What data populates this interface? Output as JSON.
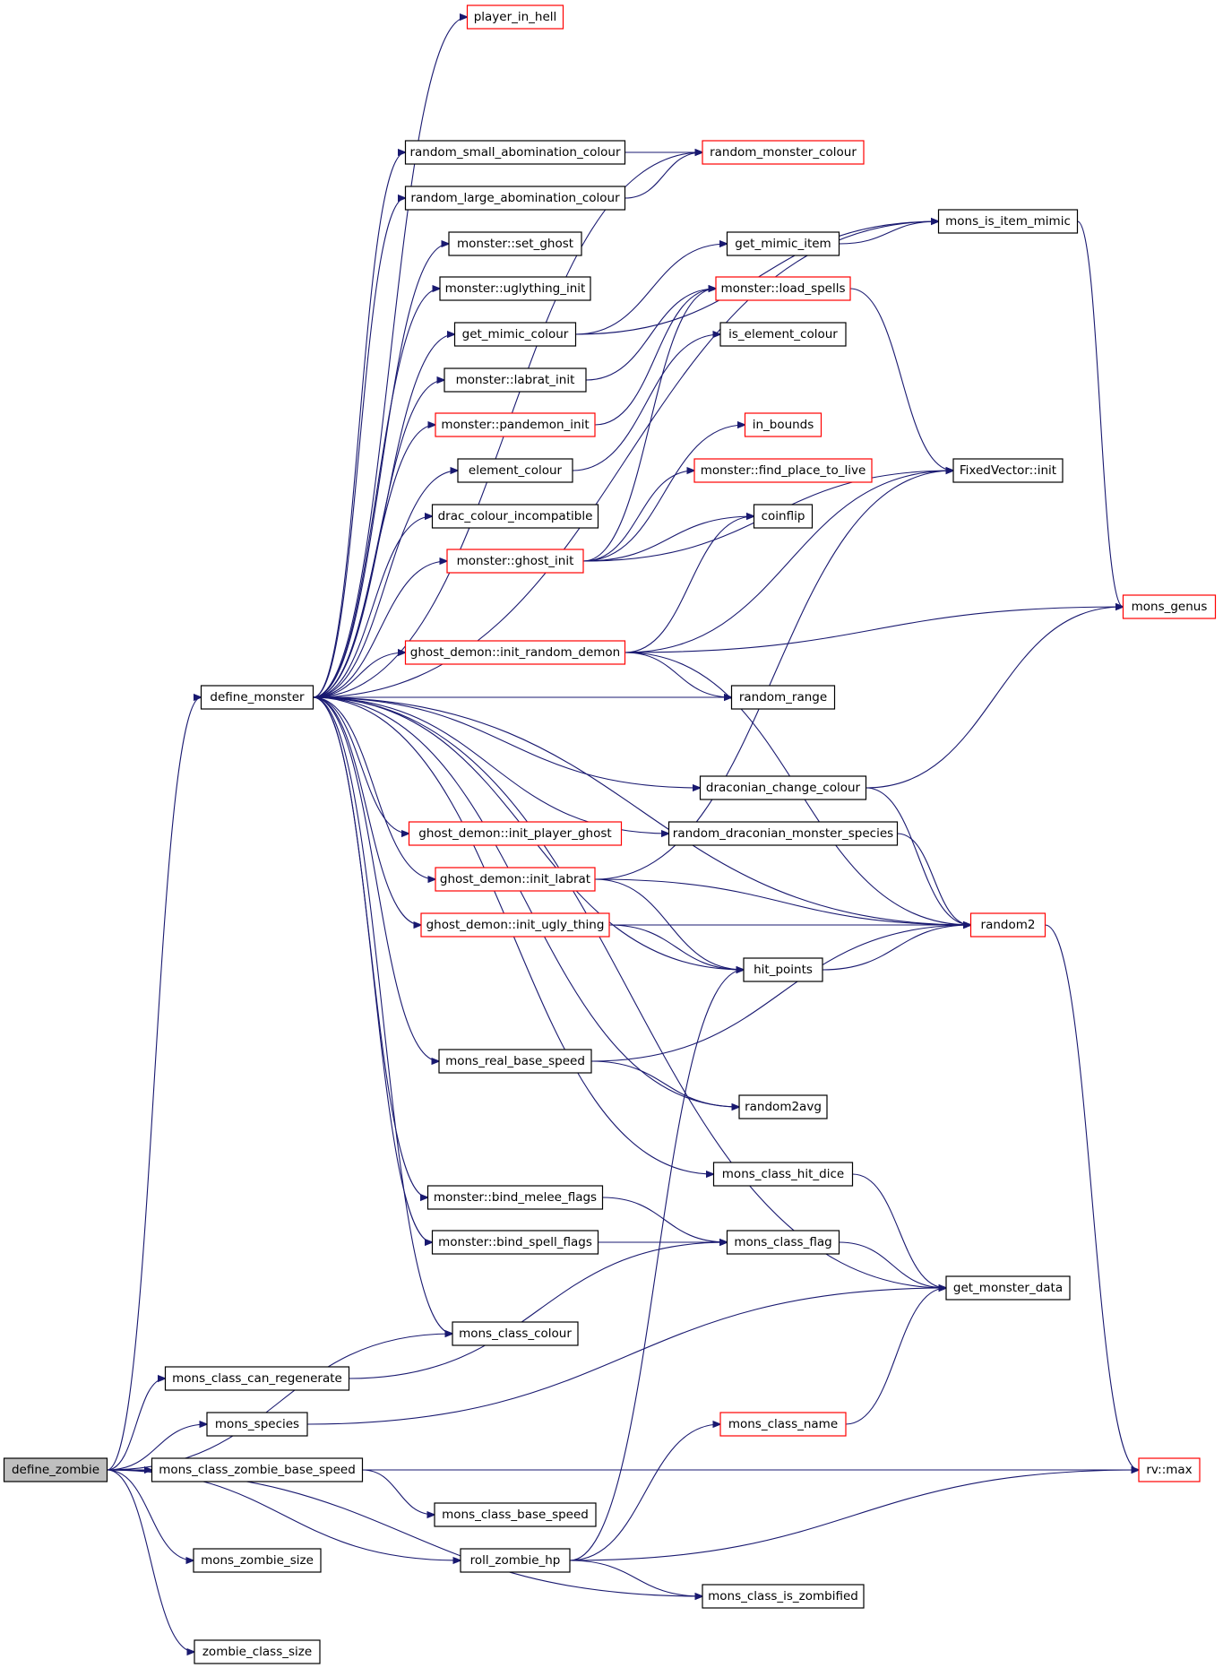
{
  "nodes": [
    {
      "id": "define_zombie",
      "label": "define_zombie",
      "style": "root"
    },
    {
      "id": "define_monster",
      "label": "define_monster",
      "style": "black"
    },
    {
      "id": "mons_class_can_regenerate",
      "label": "mons_class_can_regenerate",
      "style": "black"
    },
    {
      "id": "mons_species",
      "label": "mons_species",
      "style": "black"
    },
    {
      "id": "mons_class_zombie_base_speed",
      "label": "mons_class_zombie_base_speed",
      "style": "black"
    },
    {
      "id": "mons_zombie_size",
      "label": "mons_zombie_size",
      "style": "black"
    },
    {
      "id": "zombie_class_size",
      "label": "zombie_class_size",
      "style": "black"
    },
    {
      "id": "player_in_hell",
      "label": "player_in_hell",
      "style": "red"
    },
    {
      "id": "random_small_abomination_colour",
      "label": "random_small_abomination_colour",
      "style": "black"
    },
    {
      "id": "random_large_abomination_colour",
      "label": "random_large_abomination_colour",
      "style": "black"
    },
    {
      "id": "set_ghost",
      "label": "monster::set_ghost",
      "style": "black"
    },
    {
      "id": "uglything_init",
      "label": "monster::uglything_init",
      "style": "black"
    },
    {
      "id": "get_mimic_colour",
      "label": "get_mimic_colour",
      "style": "black"
    },
    {
      "id": "labrat_init",
      "label": "monster::labrat_init",
      "style": "black"
    },
    {
      "id": "pandemon_init",
      "label": "monster::pandemon_init",
      "style": "red"
    },
    {
      "id": "element_colour",
      "label": "element_colour",
      "style": "black"
    },
    {
      "id": "drac_colour_incompatible",
      "label": "drac_colour_incompatible",
      "style": "black"
    },
    {
      "id": "ghost_init",
      "label": "monster::ghost_init",
      "style": "red"
    },
    {
      "id": "init_random_demon",
      "label": "ghost_demon::init_random_demon",
      "style": "red"
    },
    {
      "id": "init_player_ghost",
      "label": "ghost_demon::init_player_ghost",
      "style": "red"
    },
    {
      "id": "init_labrat",
      "label": "ghost_demon::init_labrat",
      "style": "red"
    },
    {
      "id": "init_ugly_thing",
      "label": "ghost_demon::init_ugly_thing",
      "style": "red"
    },
    {
      "id": "mons_real_base_speed",
      "label": "mons_real_base_speed",
      "style": "black"
    },
    {
      "id": "bind_melee_flags",
      "label": "monster::bind_melee_flags",
      "style": "black"
    },
    {
      "id": "bind_spell_flags",
      "label": "monster::bind_spell_flags",
      "style": "black"
    },
    {
      "id": "mons_class_colour",
      "label": "mons_class_colour",
      "style": "black"
    },
    {
      "id": "mons_class_base_speed",
      "label": "mons_class_base_speed",
      "style": "black"
    },
    {
      "id": "roll_zombie_hp",
      "label": "roll_zombie_hp",
      "style": "black"
    },
    {
      "id": "random_monster_colour",
      "label": "random_monster_colour",
      "style": "red"
    },
    {
      "id": "get_mimic_item",
      "label": "get_mimic_item",
      "style": "black"
    },
    {
      "id": "load_spells",
      "label": "monster::load_spells",
      "style": "red"
    },
    {
      "id": "is_element_colour",
      "label": "is_element_colour",
      "style": "black"
    },
    {
      "id": "in_bounds",
      "label": "in_bounds",
      "style": "red"
    },
    {
      "id": "find_place_to_live",
      "label": "monster::find_place_to_live",
      "style": "red"
    },
    {
      "id": "coinflip",
      "label": "coinflip",
      "style": "black"
    },
    {
      "id": "random_range",
      "label": "random_range",
      "style": "black"
    },
    {
      "id": "draconian_change_colour",
      "label": "draconian_change_colour",
      "style": "black"
    },
    {
      "id": "random_draconian_monster_species",
      "label": "random_draconian_monster_species",
      "style": "black"
    },
    {
      "id": "hit_points",
      "label": "hit_points",
      "style": "black"
    },
    {
      "id": "random2avg",
      "label": "random2avg",
      "style": "black"
    },
    {
      "id": "mons_class_hit_dice",
      "label": "mons_class_hit_dice",
      "style": "black"
    },
    {
      "id": "mons_class_flag",
      "label": "mons_class_flag",
      "style": "black"
    },
    {
      "id": "mons_class_name",
      "label": "mons_class_name",
      "style": "red"
    },
    {
      "id": "mons_class_is_zombified",
      "label": "mons_class_is_zombified",
      "style": "black"
    },
    {
      "id": "mons_is_item_mimic",
      "label": "mons_is_item_mimic",
      "style": "black"
    },
    {
      "id": "FixedVector_init",
      "label": "FixedVector::init",
      "style": "black"
    },
    {
      "id": "mons_genus",
      "label": "mons_genus",
      "style": "red"
    },
    {
      "id": "random2",
      "label": "random2",
      "style": "red"
    },
    {
      "id": "get_monster_data",
      "label": "get_monster_data",
      "style": "black"
    },
    {
      "id": "rv_max",
      "label": "rv::max",
      "style": "red"
    }
  ],
  "edges": [
    [
      "define_zombie",
      "define_monster"
    ],
    [
      "define_zombie",
      "mons_class_can_regenerate"
    ],
    [
      "define_zombie",
      "mons_species"
    ],
    [
      "define_zombie",
      "mons_class_zombie_base_speed"
    ],
    [
      "define_zombie",
      "mons_zombie_size"
    ],
    [
      "define_zombie",
      "zombie_class_size"
    ],
    [
      "define_zombie",
      "roll_zombie_hp"
    ],
    [
      "define_zombie",
      "mons_class_colour"
    ],
    [
      "define_zombie",
      "mons_class_is_zombified"
    ],
    [
      "define_monster",
      "player_in_hell"
    ],
    [
      "define_monster",
      "random_small_abomination_colour"
    ],
    [
      "define_monster",
      "random_large_abomination_colour"
    ],
    [
      "define_monster",
      "set_ghost"
    ],
    [
      "define_monster",
      "uglything_init"
    ],
    [
      "define_monster",
      "get_mimic_colour"
    ],
    [
      "define_monster",
      "labrat_init"
    ],
    [
      "define_monster",
      "pandemon_init"
    ],
    [
      "define_monster",
      "element_colour"
    ],
    [
      "define_monster",
      "drac_colour_incompatible"
    ],
    [
      "define_monster",
      "ghost_init"
    ],
    [
      "define_monster",
      "init_random_demon"
    ],
    [
      "define_monster",
      "random_range"
    ],
    [
      "define_monster",
      "draconian_change_colour"
    ],
    [
      "define_monster",
      "random_draconian_monster_species"
    ],
    [
      "define_monster",
      "init_player_ghost"
    ],
    [
      "define_monster",
      "init_labrat"
    ],
    [
      "define_monster",
      "init_ugly_thing"
    ],
    [
      "define_monster",
      "hit_points"
    ],
    [
      "define_monster",
      "random2"
    ],
    [
      "define_monster",
      "mons_real_base_speed"
    ],
    [
      "define_monster",
      "random2avg"
    ],
    [
      "define_monster",
      "mons_class_hit_dice"
    ],
    [
      "define_monster",
      "bind_melee_flags"
    ],
    [
      "define_monster",
      "bind_spell_flags"
    ],
    [
      "define_monster",
      "get_monster_data"
    ],
    [
      "define_monster",
      "mons_class_colour"
    ],
    [
      "define_monster",
      "random_monster_colour"
    ],
    [
      "define_monster",
      "mons_is_item_mimic"
    ],
    [
      "random_small_abomination_colour",
      "random_monster_colour"
    ],
    [
      "random_large_abomination_colour",
      "random_monster_colour"
    ],
    [
      "get_mimic_colour",
      "get_mimic_item"
    ],
    [
      "get_mimic_colour",
      "mons_is_item_mimic"
    ],
    [
      "get_mimic_item",
      "mons_is_item_mimic"
    ],
    [
      "labrat_init",
      "load_spells"
    ],
    [
      "pandemon_init",
      "load_spells"
    ],
    [
      "element_colour",
      "is_element_colour"
    ],
    [
      "ghost_init",
      "load_spells"
    ],
    [
      "ghost_init",
      "in_bounds"
    ],
    [
      "ghost_init",
      "find_place_to_live"
    ],
    [
      "ghost_init",
      "coinflip"
    ],
    [
      "ghost_init",
      "FixedVector_init"
    ],
    [
      "load_spells",
      "FixedVector_init"
    ],
    [
      "mons_is_item_mimic",
      "mons_genus"
    ],
    [
      "init_random_demon",
      "coinflip"
    ],
    [
      "init_random_demon",
      "FixedVector_init"
    ],
    [
      "init_random_demon",
      "mons_genus"
    ],
    [
      "init_random_demon",
      "random_range"
    ],
    [
      "init_random_demon",
      "random2"
    ],
    [
      "draconian_change_colour",
      "mons_genus"
    ],
    [
      "draconian_change_colour",
      "random2"
    ],
    [
      "random_draconian_monster_species",
      "random2"
    ],
    [
      "init_labrat",
      "FixedVector_init"
    ],
    [
      "init_labrat",
      "random2"
    ],
    [
      "init_labrat",
      "hit_points"
    ],
    [
      "init_ugly_thing",
      "random2"
    ],
    [
      "init_ugly_thing",
      "hit_points"
    ],
    [
      "hit_points",
      "random2"
    ],
    [
      "random2",
      "rv_max"
    ],
    [
      "mons_real_base_speed",
      "random2"
    ],
    [
      "mons_real_base_speed",
      "random2avg"
    ],
    [
      "mons_class_hit_dice",
      "get_monster_data"
    ],
    [
      "bind_melee_flags",
      "mons_class_flag"
    ],
    [
      "bind_spell_flags",
      "mons_class_flag"
    ],
    [
      "mons_class_flag",
      "get_monster_data"
    ],
    [
      "mons_class_can_regenerate",
      "mons_class_flag"
    ],
    [
      "mons_species",
      "get_monster_data"
    ],
    [
      "mons_class_name",
      "get_monster_data"
    ],
    [
      "mons_class_zombie_base_speed",
      "rv_max"
    ],
    [
      "mons_class_zombie_base_speed",
      "mons_class_base_speed"
    ],
    [
      "roll_zombie_hp",
      "hit_points"
    ],
    [
      "roll_zombie_hp",
      "mons_class_name"
    ],
    [
      "roll_zombie_hp",
      "rv_max"
    ],
    [
      "roll_zombie_hp",
      "mons_class_is_zombified"
    ]
  ]
}
